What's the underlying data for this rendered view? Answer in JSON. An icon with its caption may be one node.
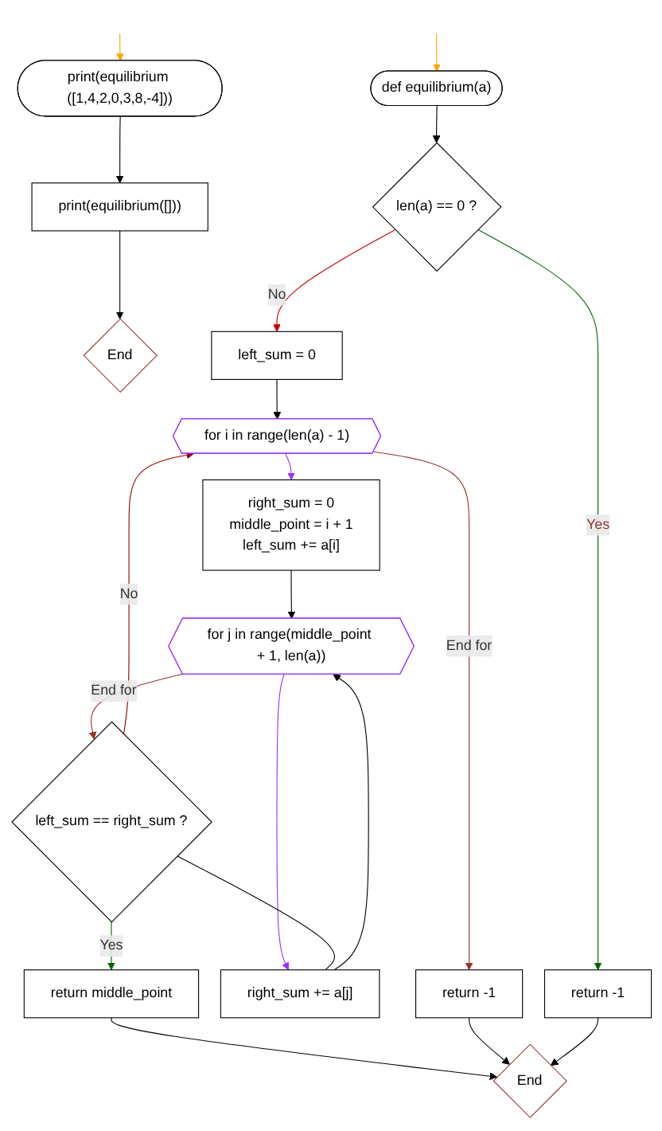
{
  "diagram": {
    "nodes": [
      {
        "text": [
          "print(equilibrium ([1,4,2,0,3,8,-4]))"
        ]
      },
      {
        "text": [
          "print(equilibrium([]))"
        ]
      },
      {
        "text": [
          "End"
        ]
      },
      {
        "text": [
          "def equilibrium(a)"
        ]
      },
      {
        "text": [
          "len(a) == 0 ?"
        ]
      },
      {
        "text": [
          "left_sum = 0"
        ]
      },
      {
        "text": [
          "return -1"
        ]
      },
      {
        "text": [
          "for i in range(len(a) - 1)"
        ]
      },
      {
        "text": [
          "right_sum = 0",
          "middle_point = i + 1",
          "left_sum += a[i]"
        ]
      },
      {
        "text": [
          "for j in range(middle_point + 1, len(a))"
        ]
      },
      {
        "text": [
          "right_sum += a[j]"
        ]
      },
      {
        "text": [
          "left_sum == right_sum ?"
        ]
      },
      {
        "text": [
          "return middle_point"
        ]
      },
      {
        "text": [
          "return -1"
        ]
      },
      {
        "text": [
          "End"
        ]
      }
    ],
    "edges": [
      {
        "from": null,
        "to": 0,
        "arrow": "to",
        "color": "#ffa500"
      },
      {
        "from": 0,
        "to": 1,
        "arrow": "to"
      },
      {
        "from": 1,
        "to": 2,
        "arrow": "to"
      },
      {
        "from": null,
        "to": 3,
        "arrow": "to",
        "color": "#ffa500"
      },
      {
        "from": 3,
        "to": 4,
        "arrow": "to"
      },
      {
        "from": 4,
        "to": 5,
        "label": "No",
        "arrow": "to",
        "color": "#cc0000"
      },
      {
        "from": 4,
        "to": 6,
        "label": "Yes",
        "arrow": "to",
        "color": "#006600"
      },
      {
        "from": 5,
        "to": 7,
        "arrow": "to"
      },
      {
        "from": 7,
        "to": 8,
        "arrow": "to",
        "color": "#9933ff"
      },
      {
        "from": 8,
        "to": 9,
        "arrow": "to"
      },
      {
        "from": 9,
        "to": 10,
        "arrow": "to",
        "color": "#9933ff"
      },
      {
        "from": 10,
        "to": 9,
        "arrow": "to"
      },
      {
        "from": 9,
        "to": 11,
        "label": "End for",
        "arrow": "to",
        "color": "#993333"
      },
      {
        "from": 11,
        "to": 10,
        "arrow": "none"
      },
      {
        "from": 11,
        "to": 7,
        "label": "No",
        "arrow": "to",
        "color": "#990000"
      },
      {
        "from": 7,
        "to": 13,
        "label": "End for",
        "arrow": "to",
        "color": "#993333"
      },
      {
        "from": 11,
        "to": 12,
        "label": "Yes",
        "arrow": "to",
        "color": "#006600"
      },
      {
        "from": 12,
        "to": 14,
        "arrow": "to"
      },
      {
        "from": 13,
        "to": 14,
        "arrow": "to"
      },
      {
        "from": 6,
        "to": 14,
        "arrow": "to"
      }
    ]
  }
}
